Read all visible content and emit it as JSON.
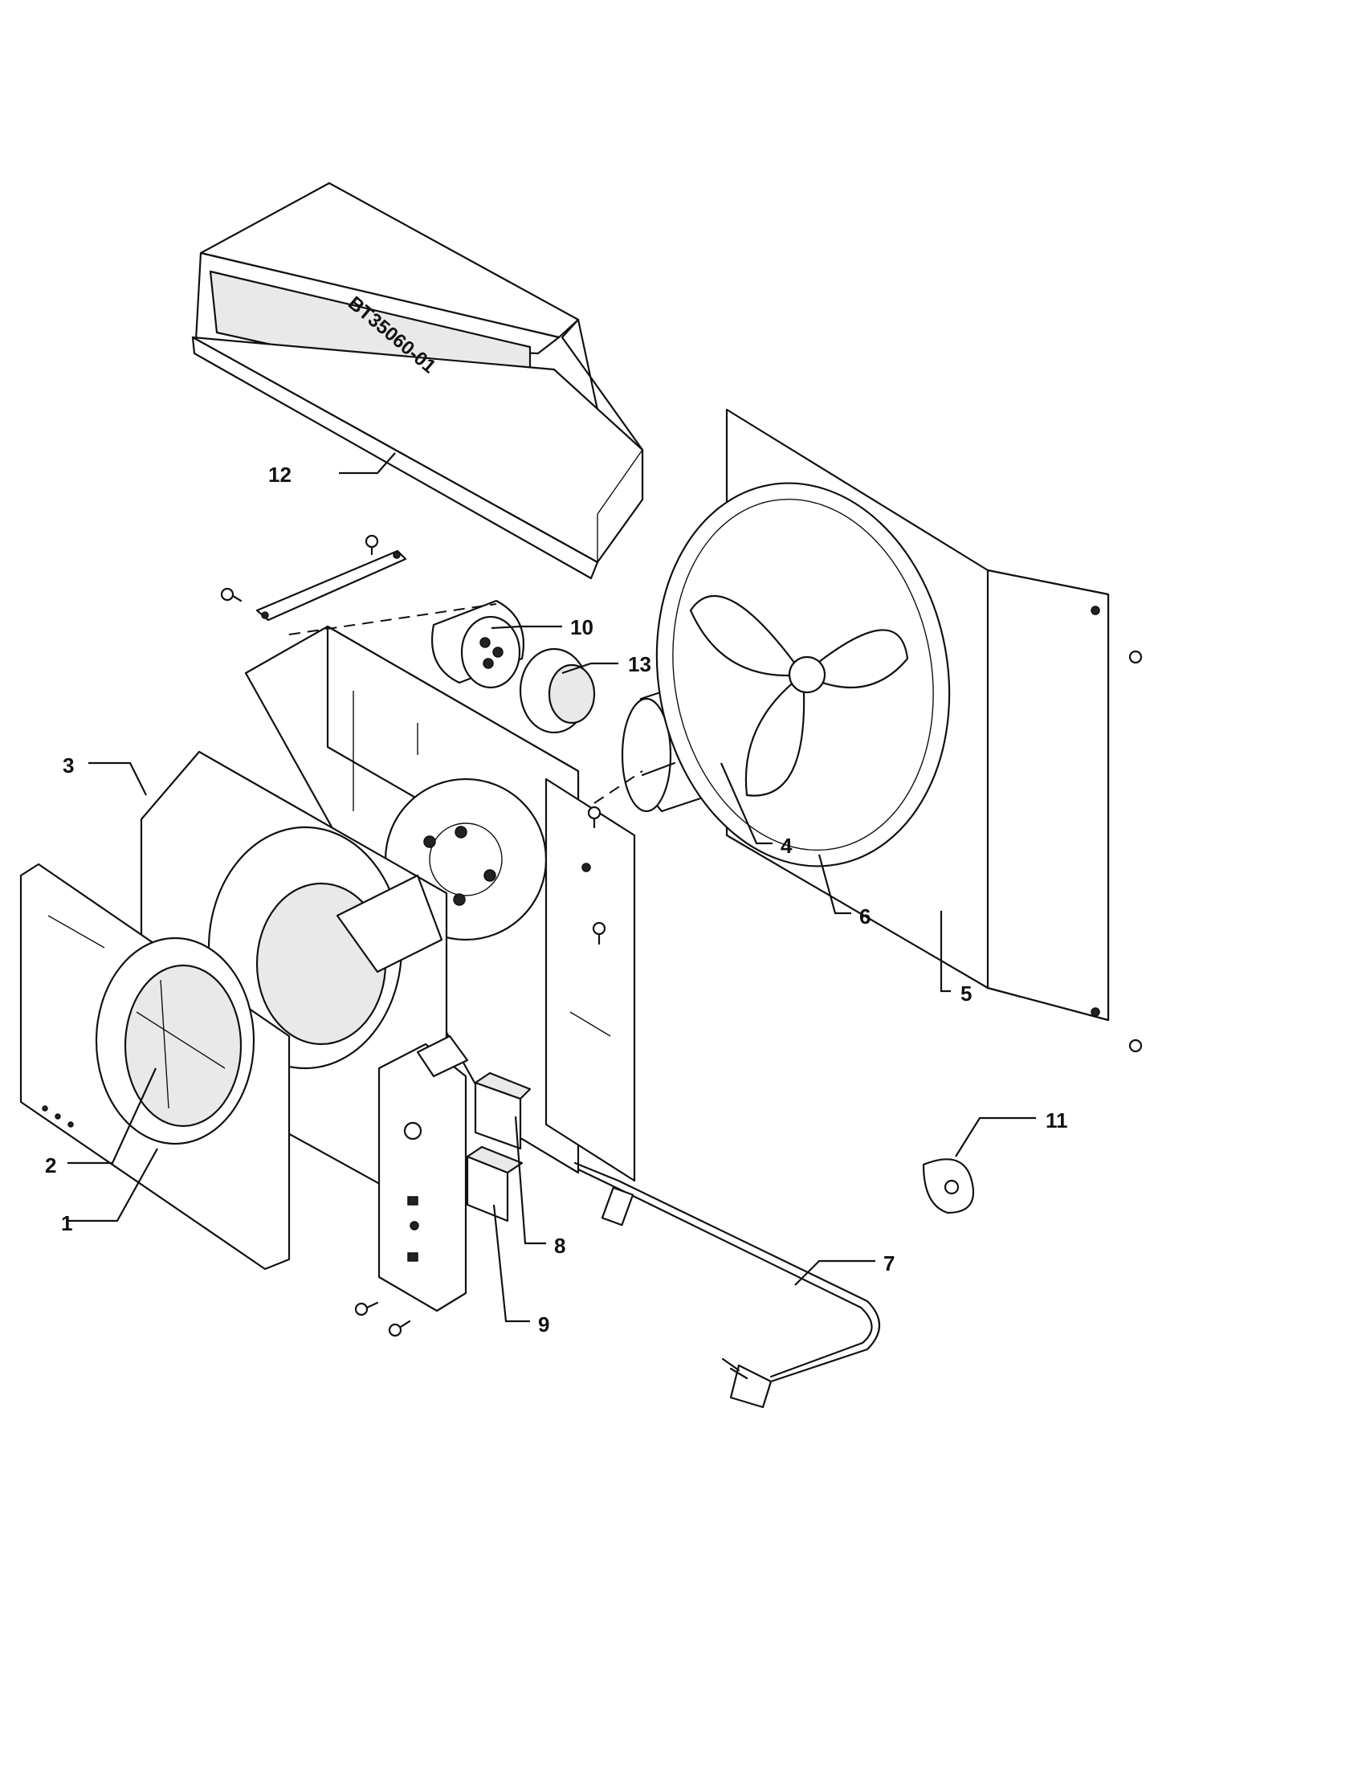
{
  "diagram": {
    "part_stamp": "BT35060-01",
    "callouts": [
      {
        "id": "1",
        "label": "1"
      },
      {
        "id": "2",
        "label": "2"
      },
      {
        "id": "3",
        "label": "3"
      },
      {
        "id": "4",
        "label": "4"
      },
      {
        "id": "5",
        "label": "5"
      },
      {
        "id": "6",
        "label": "6"
      },
      {
        "id": "7",
        "label": "7"
      },
      {
        "id": "8",
        "label": "8"
      },
      {
        "id": "9",
        "label": "9"
      },
      {
        "id": "10",
        "label": "10"
      },
      {
        "id": "11",
        "label": "11"
      },
      {
        "id": "12",
        "label": "12"
      },
      {
        "id": "13",
        "label": "13"
      }
    ]
  }
}
